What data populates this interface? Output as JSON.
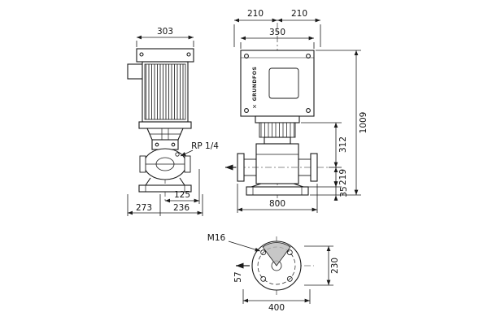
{
  "colors": {
    "background": "#ffffff",
    "object_line": "#1a1a1a",
    "dimension_line": "#2a2a2a",
    "section_fill": "#b9b9b9"
  },
  "side_view": {
    "motor_width": "303",
    "port_offset": "125",
    "base_width_outer": "273",
    "base_width_inner": "236",
    "tapping_label": "RP 1/4"
  },
  "front_view": {
    "top_left_span": "210",
    "top_right_span": "210",
    "motor_width": "350",
    "total_height": "1009",
    "mid_height": "312",
    "port_center_height": "219",
    "base_height": "35",
    "port_to_port": "800",
    "brand_label": "GRUNDFOS",
    "brand_mark": "✕"
  },
  "top_view": {
    "bolt_thread": "M16",
    "plate_depth": "230",
    "plate_width": "400",
    "left_offset": "57"
  }
}
